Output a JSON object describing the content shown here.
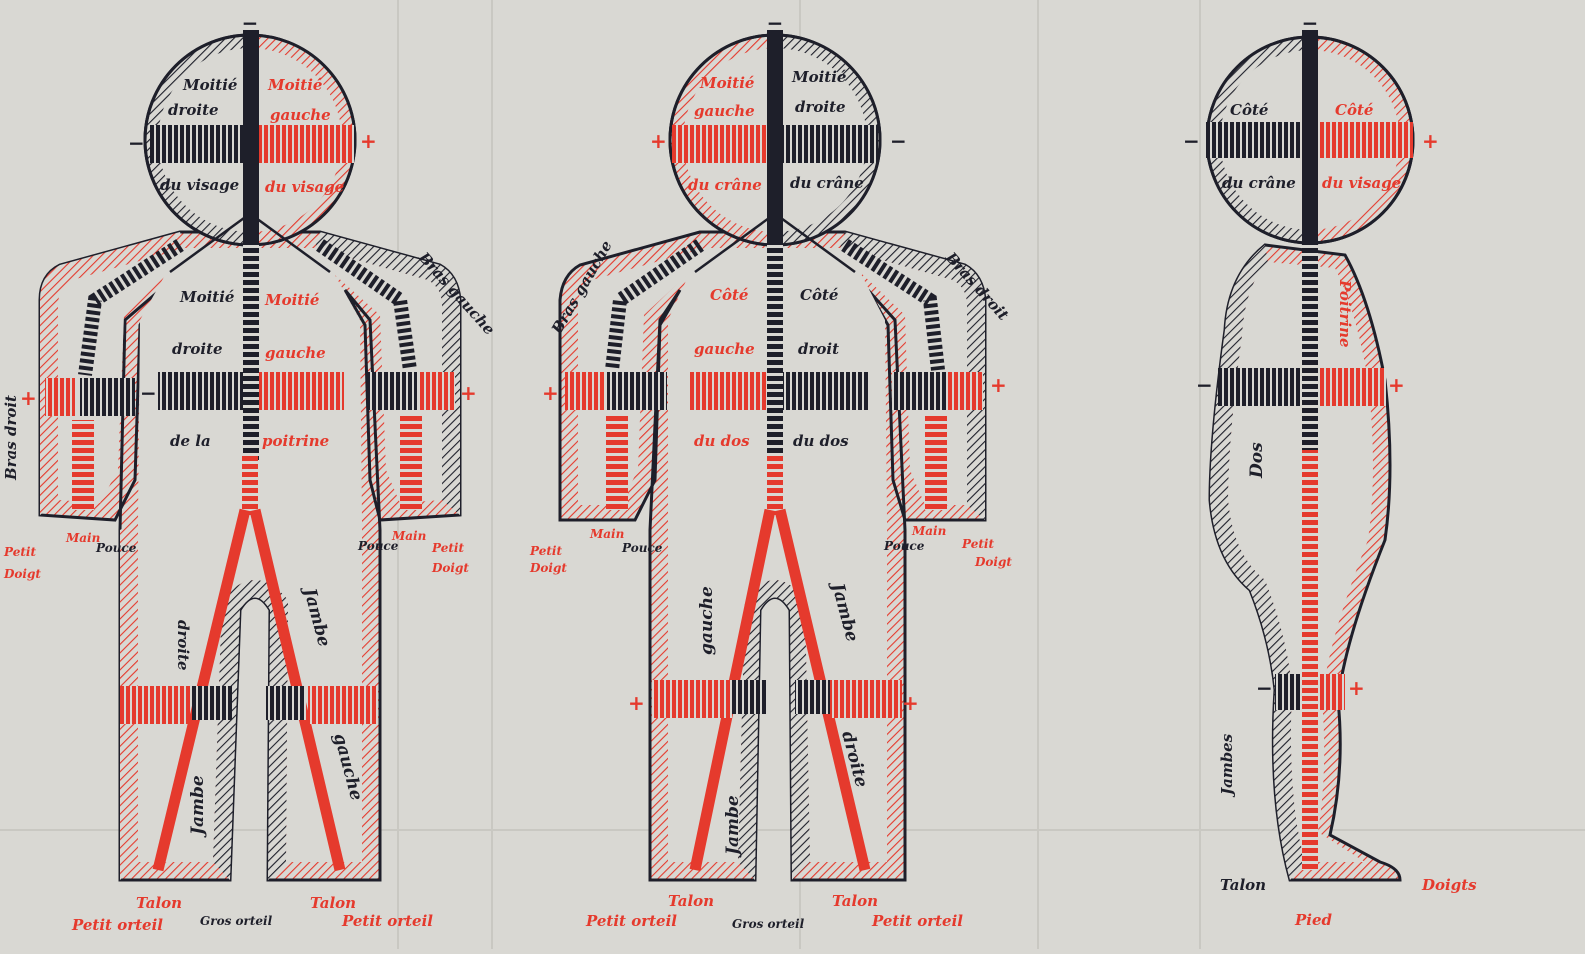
{
  "colors": {
    "paper": "#d9d8d3",
    "ink": "#1e1f2a",
    "red": "#e53a2d"
  },
  "signs": {
    "plus": "+",
    "minus": "−"
  },
  "front": {
    "head": {
      "right_top": "Moitié",
      "right_mid": "droite",
      "right_bottom": "du visage",
      "left_top": "Moitié",
      "left_mid": "gauche",
      "left_bottom": "du visage"
    },
    "torso": {
      "r1": "Moitié",
      "r2": "droite",
      "r3": "de la",
      "l1": "Moitié",
      "l2": "gauche",
      "l3": "poitrine"
    },
    "arm_right": "Bras droit",
    "arm_left": "Bras gauche",
    "main": "Main",
    "pouce": "Pouce",
    "petit": "Petit",
    "doigt": "Doigt",
    "leg_right_a": "droite",
    "leg_right_b": "Jambe",
    "leg_left_a": "Jambe",
    "leg_left_b": "gauche",
    "talon": "Talon",
    "petit_orteil": "Petit orteil",
    "gros_orteil": "Gros orteil"
  },
  "back": {
    "head": {
      "left_top": "Moitié",
      "left_mid": "gauche",
      "left_bottom": "du crâne",
      "right_top": "Moitié",
      "right_mid": "droite",
      "right_bottom": "du crâne"
    },
    "torso": {
      "l1": "Côté",
      "l2": "gauche",
      "l3": "du dos",
      "r1": "Côté",
      "r2": "droit",
      "r3": "du dos"
    },
    "arm_left": "Bras gauche",
    "arm_right": "Bras droit",
    "main": "Main",
    "pouce": "Pouce",
    "petit": "Petit",
    "doigt": "Doigt",
    "leg_left_a": "gauche",
    "leg_left_b": "Jambe",
    "leg_right_a": "Jambe",
    "leg_right_b": "droite",
    "talon": "Talon",
    "petit_orteil": "Petit orteil",
    "gros_orteil": "Gros orteil"
  },
  "side": {
    "head_left_top": "Côté",
    "head_left_bottom": "du crâne",
    "head_right_top": "Côté",
    "head_right_bottom": "du visage",
    "poitrine": "Poitrine",
    "dos": "Dos",
    "jambes": "Jambes",
    "talon": "Talon",
    "doigts": "Doigts",
    "pied": "Pied"
  }
}
